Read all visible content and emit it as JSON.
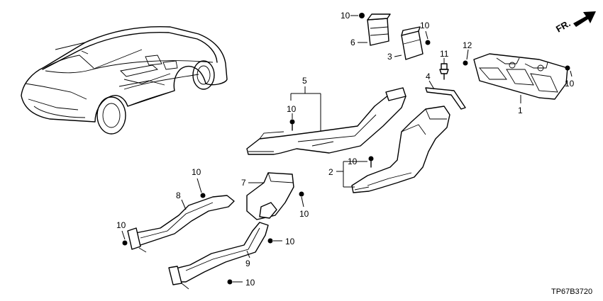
{
  "diagram": {
    "code": "TP67B3720",
    "direction_label": "FR.",
    "callouts": [
      {
        "id": "c-10-topleft",
        "text": "10"
      },
      {
        "id": "c-6",
        "text": "6"
      },
      {
        "id": "c-10-top3",
        "text": "10"
      },
      {
        "id": "c-3",
        "text": "3"
      },
      {
        "id": "c-11",
        "text": "11"
      },
      {
        "id": "c-12",
        "text": "12"
      },
      {
        "id": "c-10-right",
        "text": "10"
      },
      {
        "id": "c-1",
        "text": "1"
      },
      {
        "id": "c-4",
        "text": "4"
      },
      {
        "id": "c-5",
        "text": "5"
      },
      {
        "id": "c-10-center",
        "text": "10"
      },
      {
        "id": "c-2",
        "text": "2"
      },
      {
        "id": "c-10-part2",
        "text": "10"
      },
      {
        "id": "c-10-part8top",
        "text": "10"
      },
      {
        "id": "c-8",
        "text": "8"
      },
      {
        "id": "c-10-part8bottom",
        "text": "10"
      },
      {
        "id": "c-7",
        "text": "7"
      },
      {
        "id": "c-10-part7",
        "text": "10"
      },
      {
        "id": "c-10-part9top",
        "text": "10"
      },
      {
        "id": "c-9",
        "text": "9"
      },
      {
        "id": "c-10-part9bottom",
        "text": "10"
      }
    ]
  }
}
